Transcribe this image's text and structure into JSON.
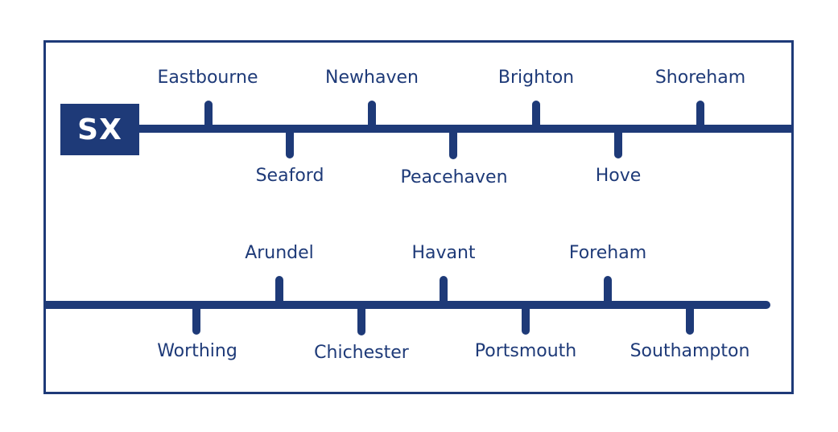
{
  "diagram": {
    "title_box": "SX",
    "colors": {
      "primary": "#1e3a78",
      "background": "#ffffff"
    },
    "top_line": {
      "stops": [
        {
          "name": "Eastbourne",
          "side": "above"
        },
        {
          "name": "Seaford",
          "side": "below"
        },
        {
          "name": "Newhaven",
          "side": "above"
        },
        {
          "name": "Peacehaven",
          "side": "below"
        },
        {
          "name": "Brighton",
          "side": "above"
        },
        {
          "name": "Hove",
          "side": "below"
        },
        {
          "name": "Shoreham",
          "side": "above"
        }
      ]
    },
    "bottom_line": {
      "stops": [
        {
          "name": "Worthing",
          "side": "below"
        },
        {
          "name": "Arundel",
          "side": "above"
        },
        {
          "name": "Chichester",
          "side": "below"
        },
        {
          "name": "Havant",
          "side": "above"
        },
        {
          "name": "Portsmouth",
          "side": "below"
        },
        {
          "name": "Foreham",
          "side": "above"
        },
        {
          "name": "Southampton",
          "side": "below"
        }
      ]
    }
  }
}
